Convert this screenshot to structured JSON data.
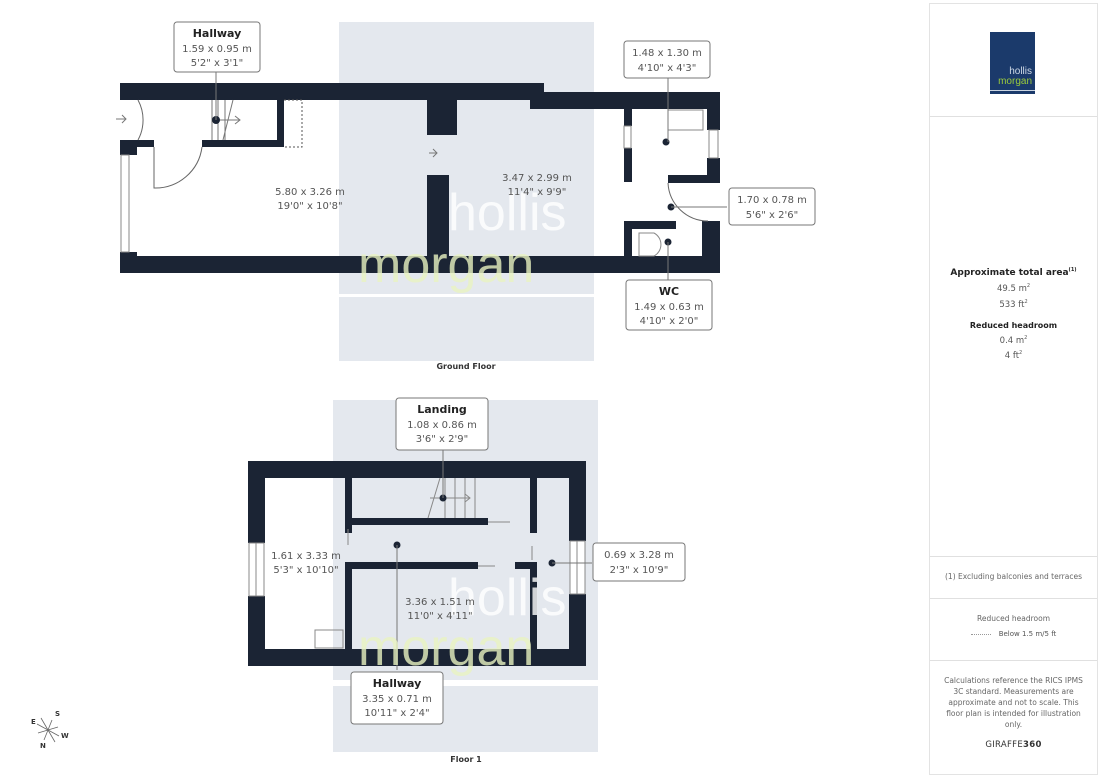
{
  "colors": {
    "wall": "#1b2434",
    "shade": "#e4e8ee",
    "brand_navy": "#1b3a6b",
    "brand_green": "#9ccb3b",
    "label_border": "#6b6b6b",
    "text_dim": "#555555"
  },
  "ground_floor": {
    "title": "Ground Floor",
    "rooms": [
      {
        "name": "Hallway",
        "metric": "1.59 x 0.95 m",
        "imperial": "5'2\" x 3'1\""
      },
      {
        "name": "",
        "metric": "5.80 x 3.26 m",
        "imperial": "19'0\" x 10'8\""
      },
      {
        "name": "",
        "metric": "3.47 x 2.99 m",
        "imperial": "11'4\" x 9'9\""
      },
      {
        "name": "",
        "metric": "1.48 x 1.30 m",
        "imperial": "4'10\" x 4'3\""
      },
      {
        "name": "",
        "metric": "1.70 x 0.78 m",
        "imperial": "5'6\" x 2'6\""
      },
      {
        "name": "WC",
        "metric": "1.49 x 0.63 m",
        "imperial": "4'10\" x 2'0\""
      }
    ]
  },
  "floor_1": {
    "title": "Floor 1",
    "rooms": [
      {
        "name": "Landing",
        "metric": "1.08 x 0.86 m",
        "imperial": "3'6\" x 2'9\""
      },
      {
        "name": "",
        "metric": "1.61 x 3.33 m",
        "imperial": "5'3\" x 10'10\""
      },
      {
        "name": "",
        "metric": "3.36 x 1.51 m",
        "imperial": "11'0\" x 4'11\""
      },
      {
        "name": "",
        "metric": "0.69 x 3.28 m",
        "imperial": "2'3\" x 10'9\""
      },
      {
        "name": "Hallway",
        "metric": "3.35 x 0.71 m",
        "imperial": "10'11\" x 2'4\""
      }
    ]
  },
  "watermark": {
    "line1": "hollis",
    "line2": "morgan"
  },
  "compass": {
    "n": "N",
    "s": "S",
    "e": "E",
    "w": "W"
  },
  "side_panel": {
    "logo": {
      "line1": "hollis",
      "line2": "morgan"
    },
    "total_area_title": "Approximate total area",
    "total_area_note_ref": "(1)",
    "total_area_m2": "49.5 m",
    "total_area_ft2": "533 ft",
    "reduced_headroom_title": "Reduced headroom",
    "reduced_headroom_m2": "0.4 m",
    "reduced_headroom_ft2": "4 ft",
    "footnote": "(1) Excluding balconies and terraces",
    "legend_title": "Reduced headroom",
    "legend_item": "Below 1.5 m/5 ft",
    "disclaimer": "Calculations reference the RICS IPMS 3C standard. Measurements are approximate and not to scale. This floor plan is intended for illustration only.",
    "brand_prefix": "GIRAFFE",
    "brand_suffix": "360",
    "superscript": "2"
  }
}
